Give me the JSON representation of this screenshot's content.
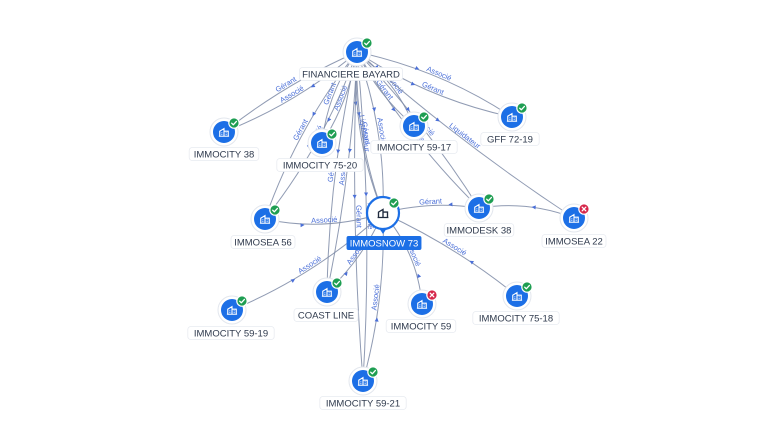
{
  "colors": {
    "node": "#1c6fe6",
    "status_ok": "#1e9e52",
    "status_ko": "#d6264a",
    "edge": "#7c8aa6",
    "edge_label": "#4a6fd8"
  },
  "icons": {
    "node": "building-icon",
    "status_ok": "check-badge-icon",
    "status_ko": "cross-badge-icon"
  },
  "center": {
    "id": "immosnow73",
    "label": "IMMOSNOW 73",
    "status": "ok"
  },
  "nodes": [
    {
      "id": "financiere",
      "label": "FINANCIERE BAYARD",
      "status": "ok"
    },
    {
      "id": "immocity38",
      "label": "IMMOCITY 38",
      "status": "ok"
    },
    {
      "id": "immocity7520",
      "label": "IMMOCITY 75-20",
      "status": "ok"
    },
    {
      "id": "immocity5917",
      "label": "IMMOCITY 59-17",
      "status": "ok"
    },
    {
      "id": "gff7219",
      "label": "GFF 72-19",
      "status": "ok"
    },
    {
      "id": "immosea56",
      "label": "IMMOSEA 56",
      "status": "ok"
    },
    {
      "id": "immodesk38",
      "label": "IMMODESK 38",
      "status": "ok"
    },
    {
      "id": "immosea22",
      "label": "IMMOSEA 22",
      "status": "ko"
    },
    {
      "id": "immocity5919",
      "label": "IMMOCITY 59-19",
      "status": "ok"
    },
    {
      "id": "coastline",
      "label": "COAST LINE",
      "status": "ok"
    },
    {
      "id": "immocity59",
      "label": "IMMOCITY 59",
      "status": "ko"
    },
    {
      "id": "immocity7518",
      "label": "IMMOCITY 75-18",
      "status": "ok"
    },
    {
      "id": "immocity5921",
      "label": "IMMOCITY 59-21",
      "status": "ok"
    }
  ],
  "edges": [
    {
      "from": "financiere",
      "to": "immocity38",
      "label": "Gérant"
    },
    {
      "from": "financiere",
      "to": "immocity38",
      "label": "Associé"
    },
    {
      "from": "financiere",
      "to": "gff7219",
      "label": "Gérant"
    },
    {
      "from": "financiere",
      "to": "gff7219",
      "label": "Associé"
    },
    {
      "from": "financiere",
      "to": "immocity7520",
      "label": "Gérant"
    },
    {
      "from": "financiere",
      "to": "immocity7520",
      "label": "Associé"
    },
    {
      "from": "financiere",
      "to": "immocity5917",
      "label": "Gérant"
    },
    {
      "from": "financiere",
      "to": "immocity5917",
      "label": "Associé"
    },
    {
      "from": "financiere",
      "to": "immosnow73",
      "label": "Gérant"
    },
    {
      "from": "financiere",
      "to": "immosnow73",
      "label": "Associé"
    },
    {
      "from": "financiere",
      "to": "immosnow73",
      "label": "Liquidateur"
    },
    {
      "from": "financiere",
      "to": "immosea56",
      "label": "Gérant"
    },
    {
      "from": "financiere",
      "to": "immosea56",
      "label": "Associé"
    },
    {
      "from": "financiere",
      "to": "immodesk38",
      "label": "Liquidateur"
    },
    {
      "from": "financiere",
      "to": "immodesk38",
      "label": "Associé"
    },
    {
      "from": "financiere",
      "to": "immosea22",
      "label": "Liquidateur"
    },
    {
      "from": "financiere",
      "to": "coastline",
      "label": "Gérant"
    },
    {
      "from": "financiere",
      "to": "coastline",
      "label": "Associé"
    },
    {
      "from": "financiere",
      "to": "immocity5921",
      "label": "Gérant"
    },
    {
      "from": "financiere",
      "to": "immocity5921",
      "label": "Associé"
    },
    {
      "from": "immosea56",
      "to": "immosnow73",
      "label": "Associé"
    },
    {
      "from": "immodesk38",
      "to": "immosnow73",
      "label": "Gérant"
    },
    {
      "from": "immosea22",
      "to": "immodesk38",
      "label": ""
    },
    {
      "from": "immocity5919",
      "to": "immosnow73",
      "label": "Associé"
    },
    {
      "from": "immocity7518",
      "to": "immosnow73",
      "label": "Associé"
    },
    {
      "from": "immocity5921",
      "to": "immosnow73",
      "label": "Associé"
    },
    {
      "from": "immocity59",
      "to": "immosnow73",
      "label": "Associé"
    },
    {
      "from": "coastline",
      "to": "immosnow73",
      "label": "Associé"
    }
  ]
}
